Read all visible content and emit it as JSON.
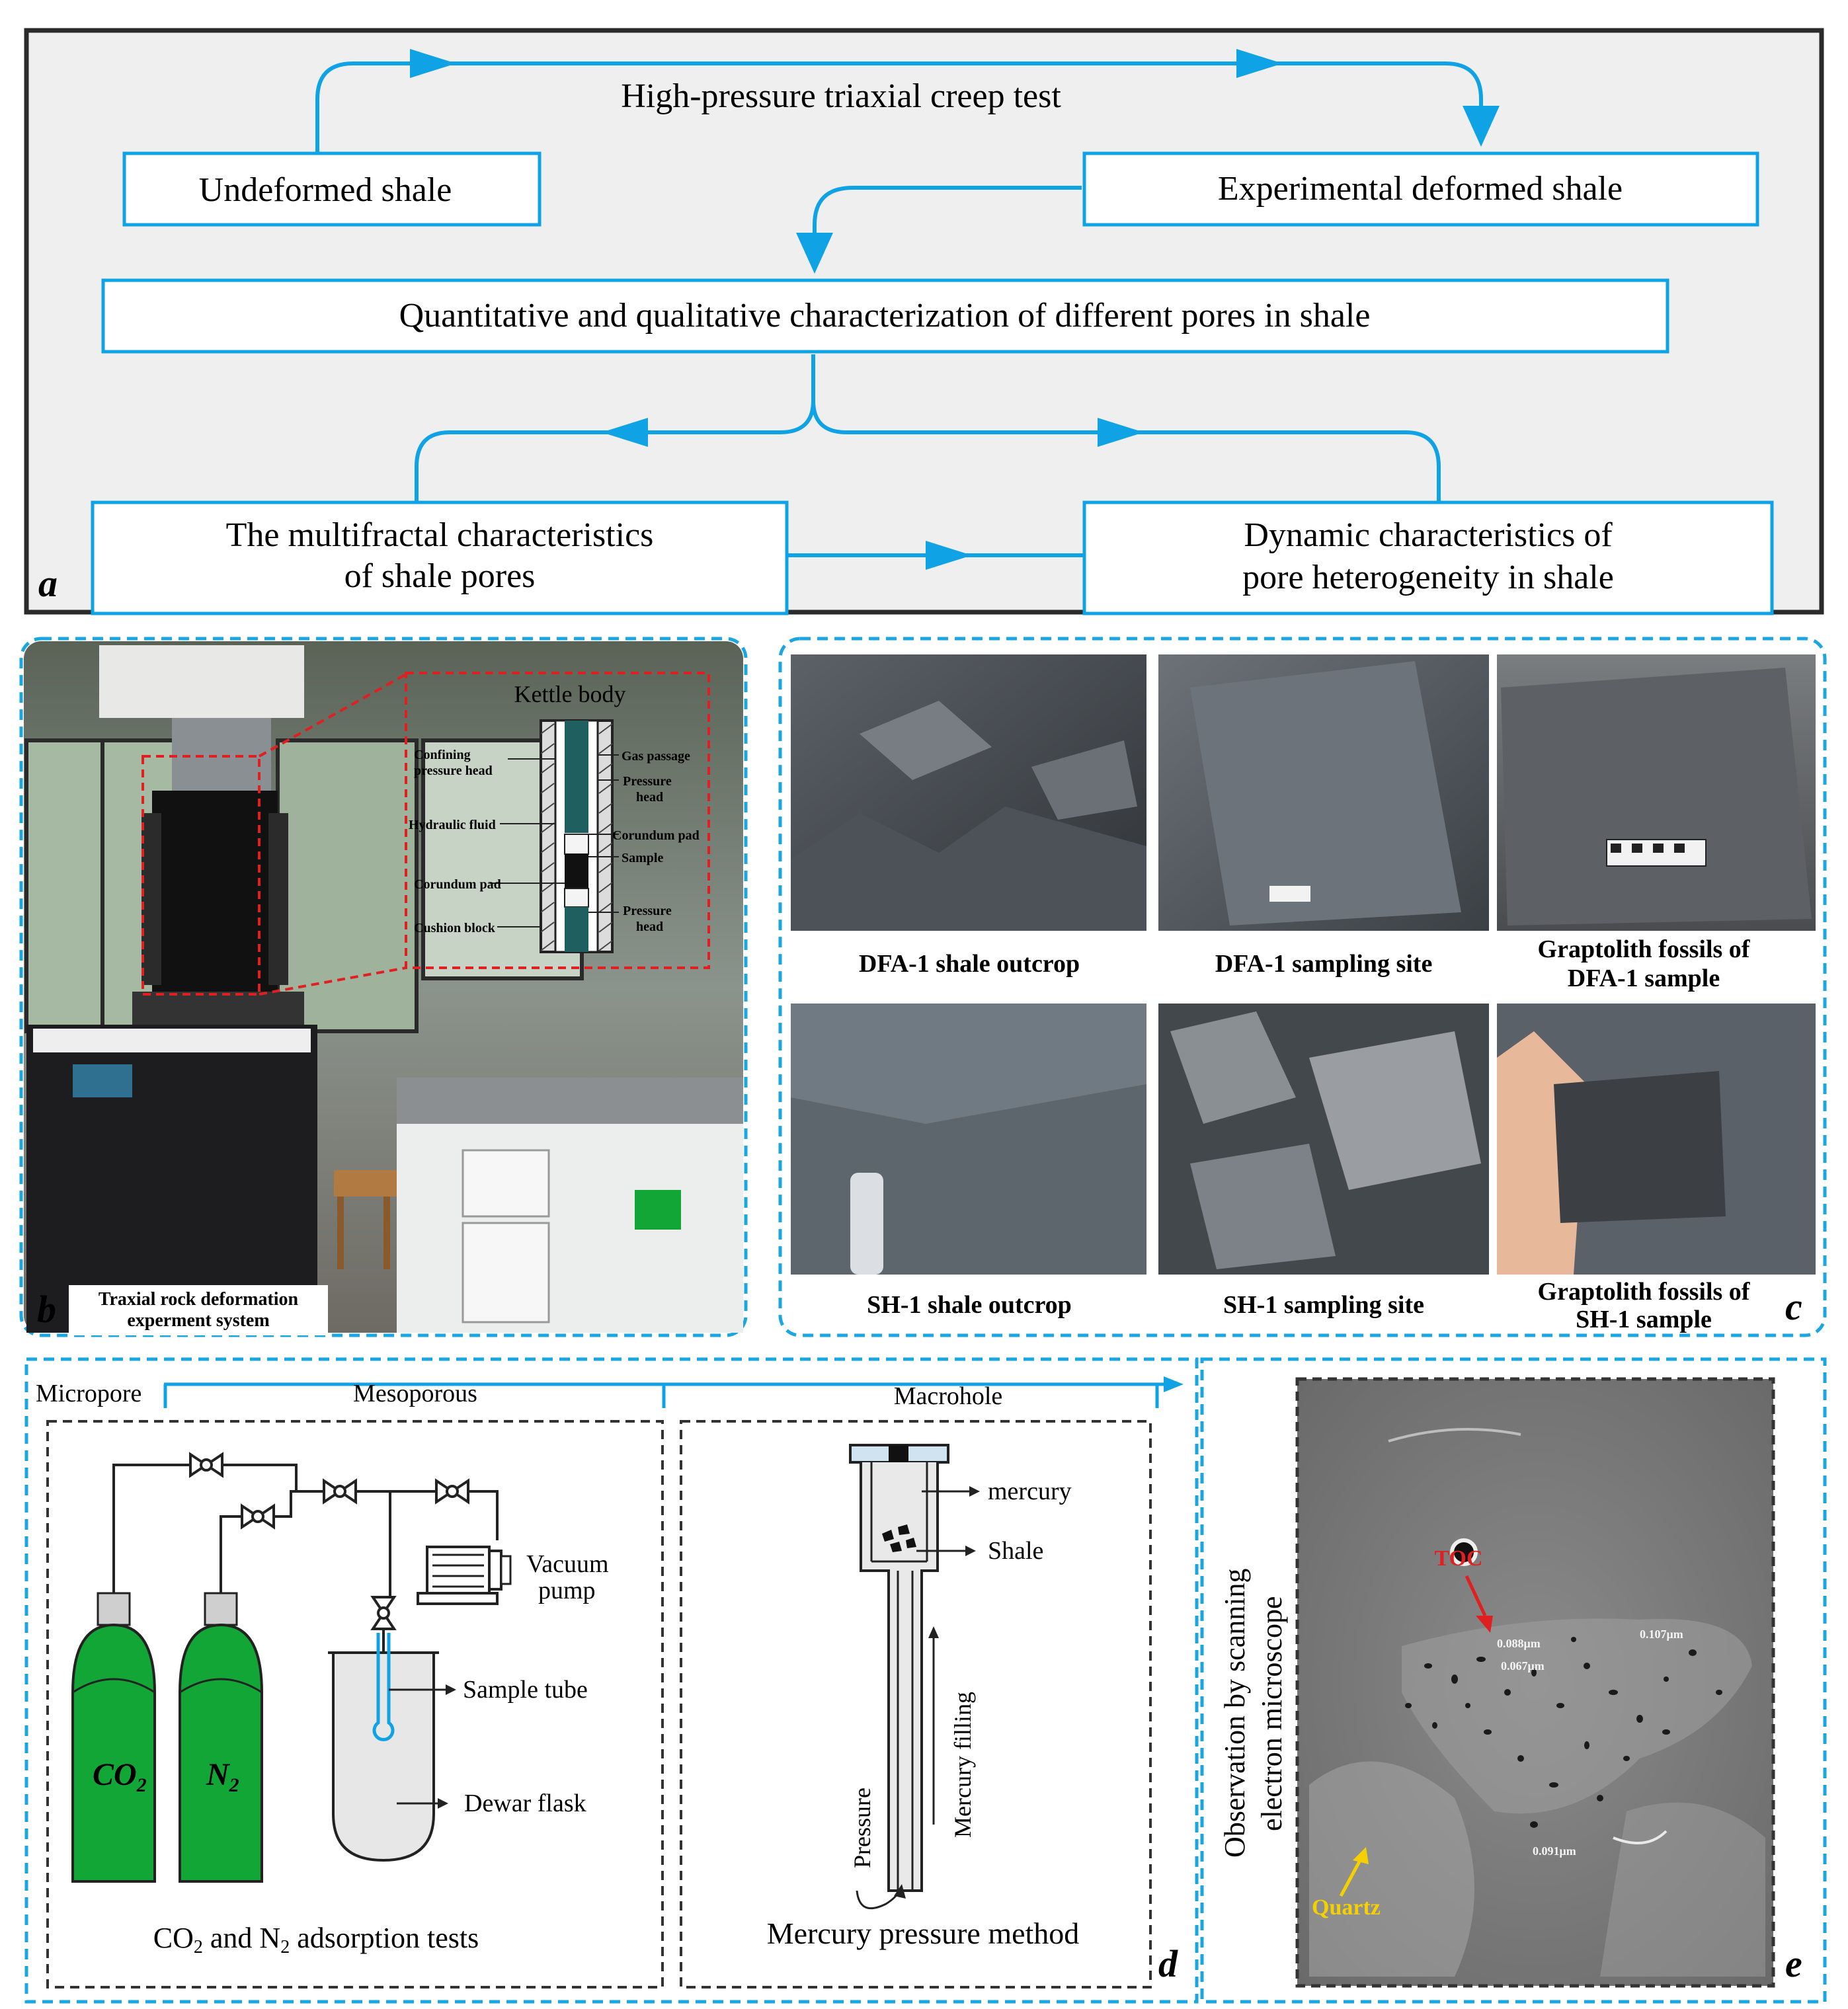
{
  "panel_a": {
    "letter": "a",
    "top_label": "High-pressure triaxial creep test",
    "box_undeformed": "Undeformed shale",
    "box_experimental": "Experimental deformed shale",
    "box_characterization": "Quantitative and qualitative characterization of different pores in shale",
    "box_multifractal_1": "The multifractal characteristics",
    "box_multifractal_2": "of shale pores",
    "box_dynamic_1": "Dynamic characteristics of",
    "box_dynamic_2": "pore heterogeneity in shale"
  },
  "panel_b": {
    "letter": "b",
    "caption_1": "Traxial rock deformation",
    "caption_2": "experment system",
    "inset_title": "Kettle body",
    "labels_left": [
      "Confining pressure head",
      "Hydraulic fluid",
      "Corundum pad",
      "Cushion block"
    ],
    "labels_right": [
      "Gas passage",
      "Pressure head",
      "Corundum pad",
      "Sample",
      "Pressure head"
    ]
  },
  "panel_c": {
    "letter": "c",
    "captions": [
      [
        "DFA-1 shale outcrop"
      ],
      [
        "DFA-1 sampling site"
      ],
      [
        "Graptolith fossils of",
        "DFA-1 sample"
      ],
      [
        "SH-1 shale outcrop"
      ],
      [
        "SH-1 sampling site"
      ],
      [
        "Graptolith fossils of",
        "SH-1 sample"
      ]
    ]
  },
  "panel_d": {
    "letter": "d",
    "scale_labels": [
      "Micropore",
      "Mesoporous",
      "Macrohole"
    ],
    "gas_left": "CO",
    "gas_left_sub": "2",
    "gas_right": "N",
    "gas_right_sub": "2",
    "vacuum_1": "Vacuum",
    "vacuum_2": "pump",
    "sample_tube": "Sample tube",
    "dewar": "Dewar flask",
    "adsorption_caption_a": "CO",
    "adsorption_caption_b": "2",
    "adsorption_caption_c": " and N",
    "adsorption_caption_d": "2",
    "adsorption_caption_e": " adsorption tests",
    "mercury_label": "mercury",
    "shale_label": "Shale",
    "mercury_filling": "Mercury filling",
    "pressure": "Pressure",
    "mercury_caption": "Mercury pressure method"
  },
  "panel_e": {
    "letter": "e",
    "vertical_1": "Observation by scanning",
    "vertical_2": "electron microscope",
    "toc": "TOC",
    "quartz": "Quartz",
    "measures": [
      "0.088μm",
      "0.067μm",
      "0.107μm",
      "0.091μm"
    ]
  },
  "colors": {
    "accent_blue": "#0fa3e6",
    "cylinder_green": "#12a637",
    "toc_red": "#e02020",
    "quartz_yellow": "#f5d000"
  }
}
